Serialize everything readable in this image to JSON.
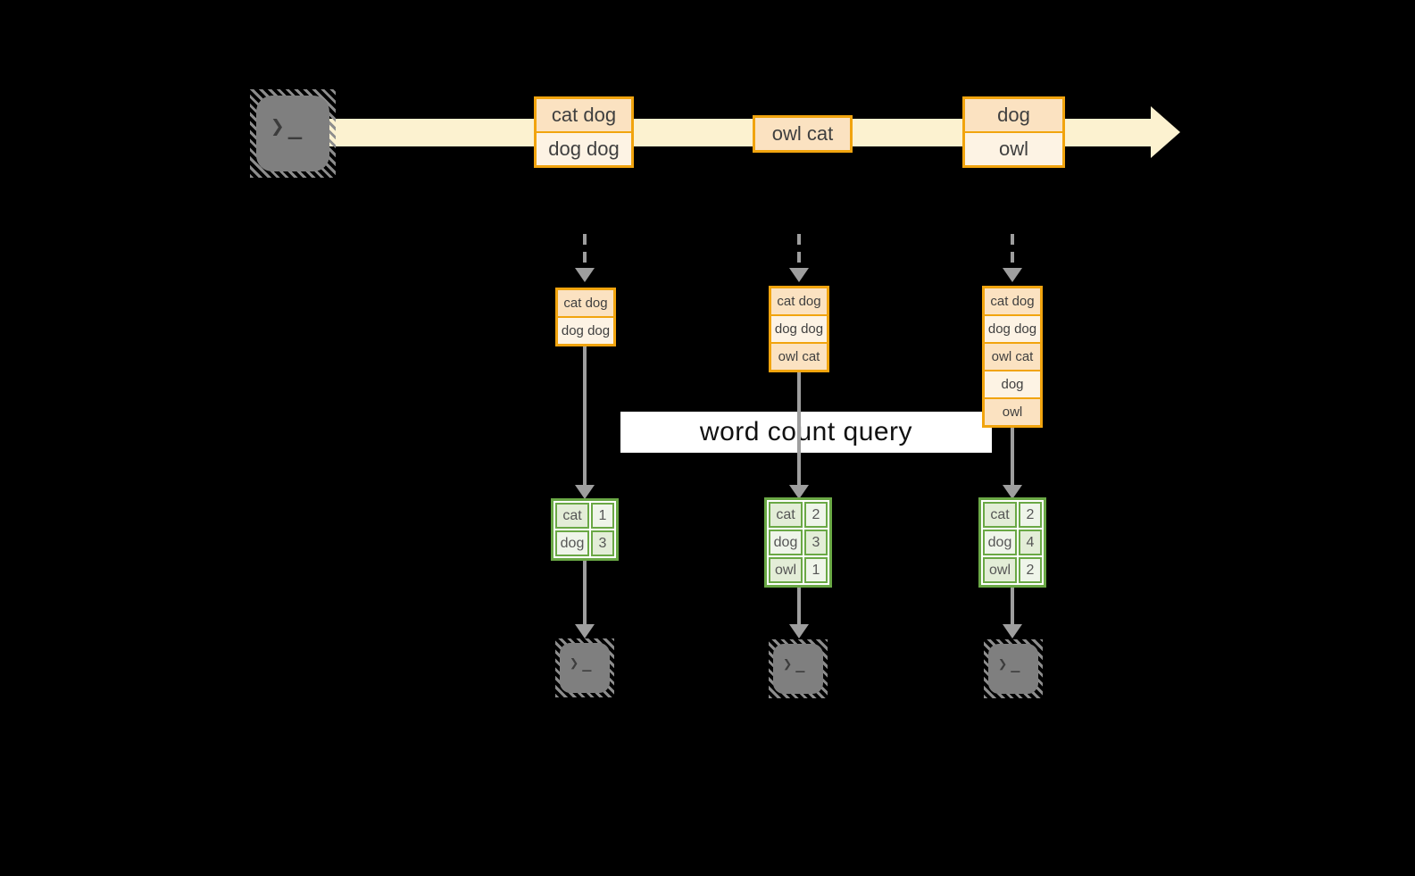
{
  "diagram": {
    "query_banner": "word count query",
    "stream": {
      "batches": [
        {
          "lines": [
            "cat dog",
            "dog dog"
          ]
        },
        {
          "lines": [
            "owl cat"
          ]
        },
        {
          "lines": [
            "dog",
            "owl"
          ]
        }
      ]
    },
    "columns": [
      {
        "state_lines": [
          "cat dog",
          "dog dog"
        ],
        "counts": {
          "rows": [
            {
              "word": "cat",
              "count": "1"
            },
            {
              "word": "dog",
              "count": "3"
            }
          ]
        }
      },
      {
        "state_lines": [
          "cat dog",
          "dog dog",
          "owl cat"
        ],
        "counts": {
          "rows": [
            {
              "word": "cat",
              "count": "2"
            },
            {
              "word": "dog",
              "count": "3"
            },
            {
              "word": "owl",
              "count": "1"
            }
          ]
        }
      },
      {
        "state_lines": [
          "cat dog",
          "dog dog",
          "owl cat",
          "dog",
          "owl"
        ],
        "counts": {
          "rows": [
            {
              "word": "cat",
              "count": "2"
            },
            {
              "word": "dog",
              "count": "4"
            },
            {
              "word": "owl",
              "count": "2"
            }
          ]
        }
      }
    ],
    "icons": {
      "terminal_prompt": "❯",
      "terminal_cursor": "_"
    },
    "colors": {
      "stream_band": "#fcf2d0",
      "box_border": "#f1a40e",
      "box_fill_dark": "#fbe2c1",
      "box_fill_light": "#fdf3e4",
      "table_border": "#6aa845",
      "arrow_gray": "#9e9e9e"
    }
  }
}
